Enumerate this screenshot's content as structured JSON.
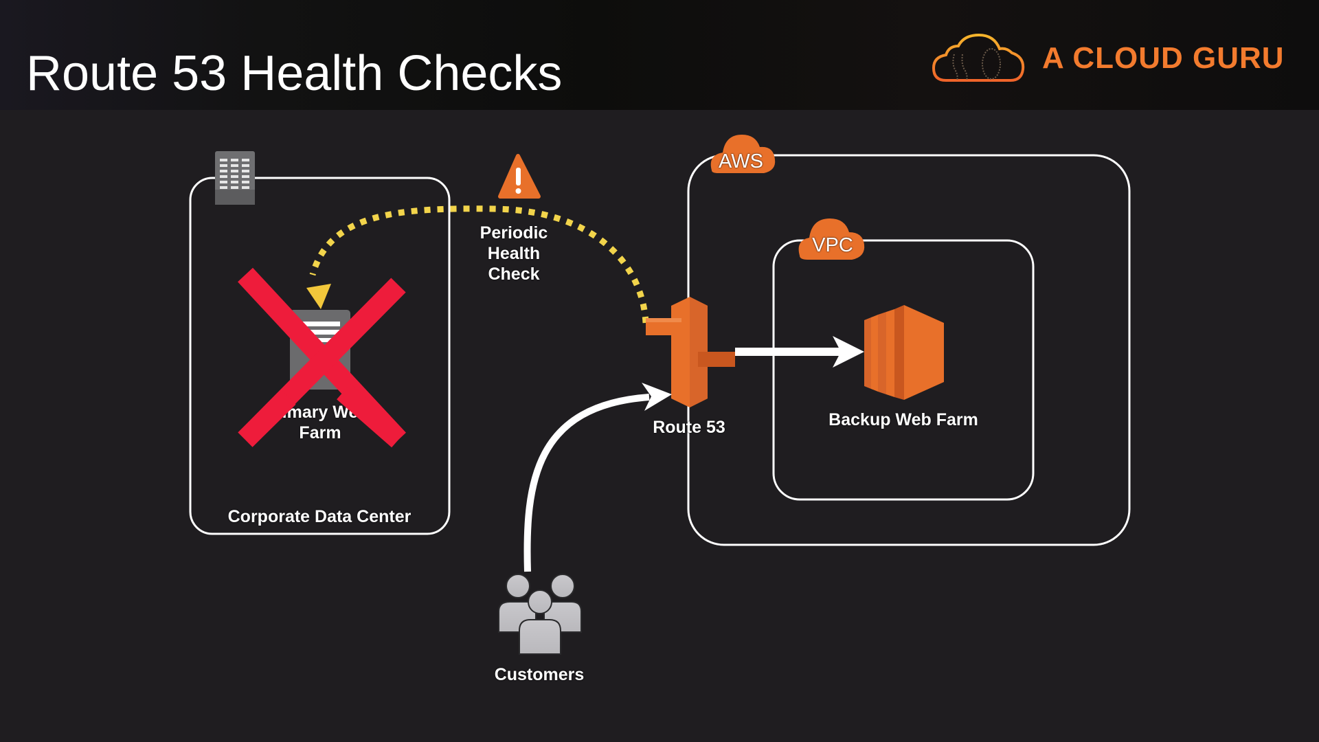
{
  "header": {
    "title": "Route 53 Health Checks",
    "brand_name": "A CLOUD GURU",
    "brand_icon": "cloud-logo-icon"
  },
  "colors": {
    "background": "#1f1d20",
    "aws_orange": "#e8702a",
    "health_check_dots": "#f2d44b",
    "failure_x": "#ee1c3b",
    "brand_orange": "#f37b2e",
    "container_border": "#ffffff"
  },
  "diagram": {
    "corporate_data_center": {
      "label": "Corporate Data Center",
      "icon": "office-building-icon"
    },
    "primary_web_farm": {
      "label_line1": "Primary Web",
      "label_line1_visible": "imary We",
      "label_line2": "Farm",
      "icon": "server-icon",
      "status": "failed",
      "status_icon": "red-x-icon"
    },
    "health_check": {
      "label_line1": "Periodic",
      "label_line2": "Health",
      "label_line3": "Check",
      "icon": "warning-icon"
    },
    "aws": {
      "badge": "AWS"
    },
    "vpc": {
      "badge": "VPC"
    },
    "route53": {
      "label": "Route 53",
      "icon": "route53-icon"
    },
    "backup_web_farm": {
      "label": "Backup Web Farm",
      "icon": "ec2-icon"
    },
    "customers": {
      "label": "Customers",
      "icon": "users-icon"
    }
  }
}
